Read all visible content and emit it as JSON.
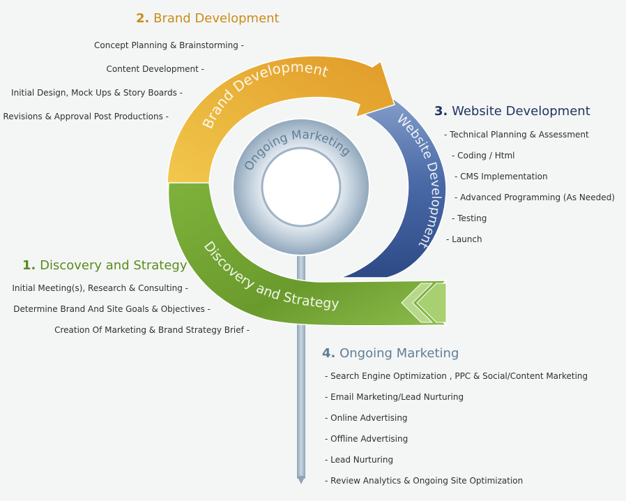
{
  "colors": {
    "brand": "#e4a62c",
    "website": "#3b5998",
    "discovery": "#6a9a2c",
    "marketing": "#8aa3b8",
    "brand_heading": "#c98c1a",
    "website_heading": "#1f3560",
    "discovery_heading": "#5a8a1e",
    "marketing_heading": "#5f7d95"
  },
  "sections": {
    "brand": {
      "number": "2.",
      "title": "Brand Development",
      "arc_label": "Brand Development",
      "items": [
        "Concept Planning & Brainstorming -",
        "Content Development -",
        "Initial Design, Mock Ups & Story Boards -",
        "Revisions & Approval Post Productions -"
      ]
    },
    "website": {
      "number": "3.",
      "title": "Website Development",
      "arc_label": "Website Development",
      "items": [
        "- Technical Planning & Assessment",
        "- Coding / Html",
        "- CMS Implementation",
        "- Advanced Programming (As Needed)",
        "- Testing",
        "- Launch"
      ]
    },
    "discovery": {
      "number": "1.",
      "title": "Discovery and Strategy",
      "arc_label": "Discovery and Strategy",
      "items": [
        "Initial Meeting(s), Research & Consulting -",
        "Determine Brand And Site Goals & Objectives -",
        "Creation Of Marketing & Brand Strategy Brief -"
      ]
    },
    "marketing": {
      "number": "4.",
      "title": "Ongoing Marketing",
      "arc_label": "Ongoing Marketing",
      "items": [
        "- Search Engine Optimization , PPC & Social/Content Marketing",
        "- Email Marketing/Lead Nurturing",
        "- Online Advertising",
        "- Offline Advertising",
        "- Lead Nurturing",
        "- Review Analytics & Ongoing Site Optimization"
      ]
    }
  }
}
